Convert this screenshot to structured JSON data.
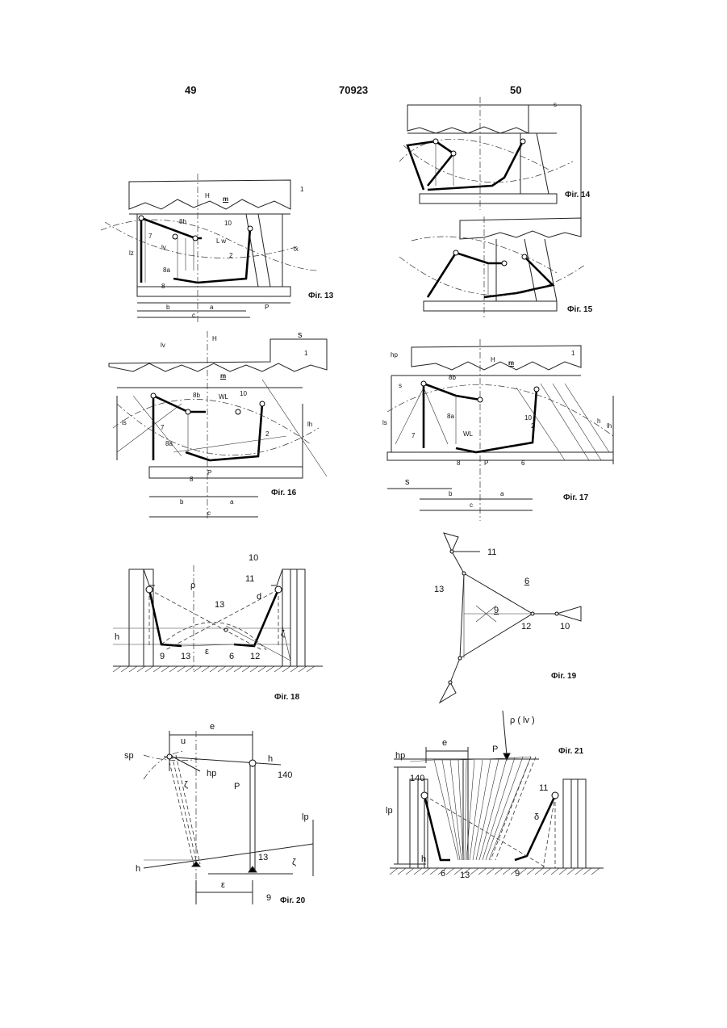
{
  "header": {
    "left_page": "49",
    "patent_number": "70923",
    "right_page": "50"
  },
  "figures": {
    "fig13": {
      "caption": "Фіг. 13",
      "labels": {
        "l1": "1",
        "H": "H",
        "m": "m",
        "n10": "10",
        "n7": "7",
        "Lw": "L w",
        "n2": "2",
        "lz": "lz",
        "lx": "lx",
        "lv": "lv",
        "n8": "8",
        "sb": "8b",
        "sa": "8a",
        "P": "P",
        "b": "b",
        "a": "a",
        "c": "c"
      }
    },
    "fig14": {
      "caption": "Фіг. 14",
      "labels": {
        "s": "s"
      }
    },
    "fig15": {
      "caption": "Фіг. 15",
      "labels": {}
    },
    "fig16": {
      "caption": "Фіг. 16",
      "labels": {
        "lv": "lv",
        "H": "H",
        "s": "s",
        "n1": "1",
        "m": "m",
        "WL": "WL",
        "sb": "8b",
        "n10": "10",
        "ls": "ls",
        "n7": "7",
        "lh": "lh",
        "sa": "8a",
        "n2": "2",
        "P": "P",
        "n8": "8",
        "b": "b",
        "a": "a",
        "c": "c"
      }
    },
    "fig17": {
      "caption": "Фіг. 17",
      "labels": {
        "hp": "hp",
        "H": "H",
        "m": "m",
        "n1": "1",
        "sb": "8b",
        "s": "s",
        "ls": "ls",
        "sa": "8a",
        "n10": "10",
        "n2": "2",
        "h": "h",
        "lh": "lh",
        "n7": "7",
        "WL": "WL",
        "n8": "8",
        "P": "P",
        "n6": "6",
        "s2": "s",
        "b": "b",
        "a": "a",
        "c": "c"
      }
    },
    "fig18": {
      "caption": "Фіг. 18",
      "labels": {
        "n10": "10",
        "n11": "11",
        "rho": "ρ",
        "d": "d",
        "n13": "13",
        "h": "h",
        "zeta": "ζ",
        "n9": "9",
        "n13b": "13",
        "eps": "ε",
        "n6": "6",
        "n12": "12"
      }
    },
    "fig19": {
      "caption": "Фіг. 19",
      "labels": {
        "n11": "11",
        "n6": "6",
        "n13": "13",
        "n9": "9",
        "n12": "12",
        "n10": "10"
      }
    },
    "fig20": {
      "caption": "Фіг. 20",
      "labels": {
        "e": "e",
        "u": "u",
        "sp": "sp",
        "h": "h",
        "hp": "hp",
        "zeta": "ζ",
        "P": "P",
        "n140": "140",
        "lp": "lp",
        "h2": "h",
        "n13": "13",
        "zeta2": "ζ",
        "eps": "ε",
        "n9": "9"
      }
    },
    "fig21": {
      "caption": "Фіг. 21",
      "labels": {
        "rho": "ρ ( lv )",
        "e": "e",
        "P": "P",
        "hp": "hp",
        "n140": "140",
        "lp": "lp",
        "n11": "11",
        "delta": "δ",
        "h": "h",
        "n6": "6",
        "n13": "13",
        "n9": "9"
      }
    }
  }
}
